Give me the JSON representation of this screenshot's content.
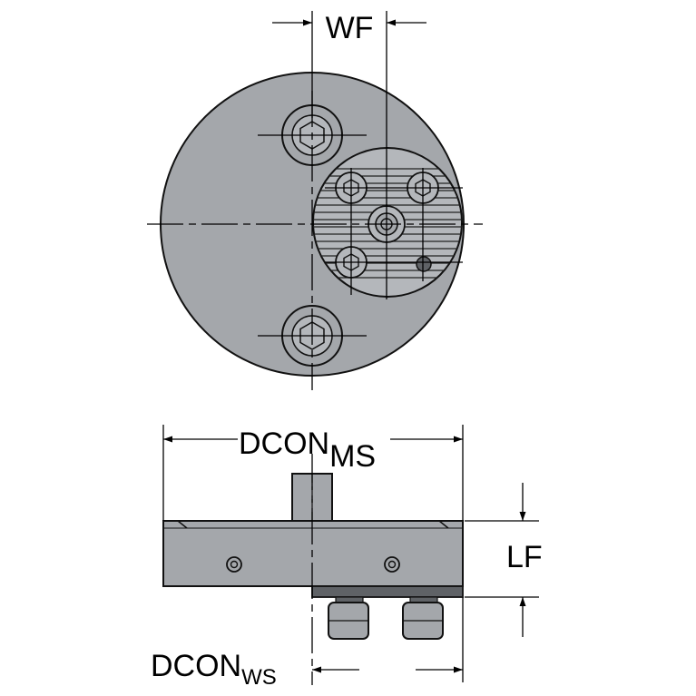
{
  "dimensions": {
    "wf": "WF",
    "dcon_ms_main": "DCON",
    "dcon_ms_sub": "MS",
    "lf": "LF",
    "dcon_ws_main": "DCON",
    "dcon_ws_sub": "WS"
  },
  "colors": {
    "body_gray": "#a4a7ab",
    "face_gray": "#b4b7bb",
    "dark_gray": "#5f6266",
    "line": "#000000"
  }
}
